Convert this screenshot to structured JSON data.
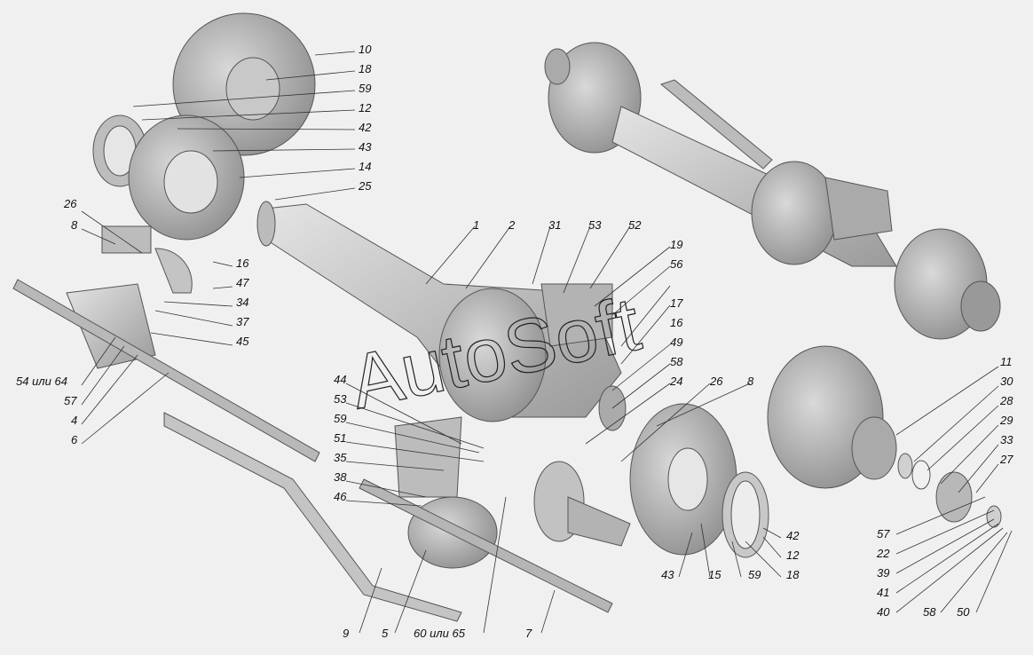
{
  "watermark": "AutoSoft",
  "labels": [
    {
      "text": "10"
    },
    {
      "text": "18"
    },
    {
      "text": "59"
    },
    {
      "text": "12"
    },
    {
      "text": "42"
    },
    {
      "text": "43"
    },
    {
      "text": "14"
    },
    {
      "text": "25"
    },
    {
      "text": "26"
    },
    {
      "text": "8"
    },
    {
      "text": "16"
    },
    {
      "text": "47"
    },
    {
      "text": "34"
    },
    {
      "text": "37"
    },
    {
      "text": "45"
    },
    {
      "text": "54 или 64"
    },
    {
      "text": "57"
    },
    {
      "text": "4"
    },
    {
      "text": "6"
    },
    {
      "text": "1"
    },
    {
      "text": "2"
    },
    {
      "text": "31"
    },
    {
      "text": "53"
    },
    {
      "text": "52"
    },
    {
      "text": "19"
    },
    {
      "text": "56"
    },
    {
      "text": "16"
    },
    {
      "text": "17"
    },
    {
      "text": "49"
    },
    {
      "text": "58"
    },
    {
      "text": "24"
    },
    {
      "text": "26"
    },
    {
      "text": "8"
    },
    {
      "text": "44"
    },
    {
      "text": "53"
    },
    {
      "text": "59"
    },
    {
      "text": "51"
    },
    {
      "text": "35"
    },
    {
      "text": "38"
    },
    {
      "text": "46"
    },
    {
      "text": "9"
    },
    {
      "text": "5"
    },
    {
      "text": "60 или 65"
    },
    {
      "text": "7"
    },
    {
      "text": "43"
    },
    {
      "text": "15"
    },
    {
      "text": "59"
    },
    {
      "text": "18"
    },
    {
      "text": "42"
    },
    {
      "text": "12"
    },
    {
      "text": "11"
    },
    {
      "text": "30"
    },
    {
      "text": "28"
    },
    {
      "text": "29"
    },
    {
      "text": "33"
    },
    {
      "text": "27"
    },
    {
      "text": "57"
    },
    {
      "text": "22"
    },
    {
      "text": "39"
    },
    {
      "text": "41"
    },
    {
      "text": "40"
    },
    {
      "text": "58"
    },
    {
      "text": "50"
    }
  ]
}
